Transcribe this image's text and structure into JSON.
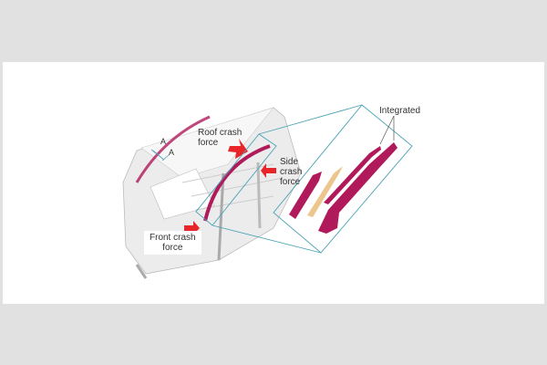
{
  "labels": {
    "roof": [
      "Roof crash",
      "force"
    ],
    "side": [
      "Side",
      "crash",
      "force"
    ],
    "front": [
      "Front crash",
      "force"
    ],
    "integrated": "Integrated",
    "section_a1": "A",
    "section_a2": "A"
  },
  "colors": {
    "pillar": "#b0195a",
    "arrow": "#e8262a",
    "callout": "#4aa3b5",
    "reinforcement": "#ecc68c"
  }
}
